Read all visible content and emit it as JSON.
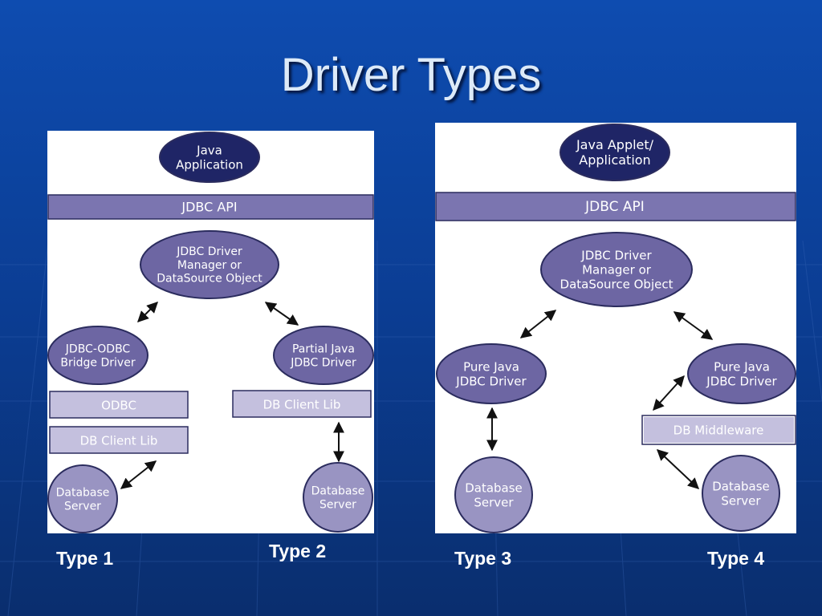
{
  "slide": {
    "title": "Driver Types"
  },
  "colors": {
    "background": "#0d3a8c",
    "dark_node": "#1f2566",
    "mid_node": "#6d66a3",
    "light_node": "#9994c2",
    "bar": "#7b75b0",
    "light_box": "#c4c0de",
    "node_stroke": "#2b2c5e"
  },
  "diagram_left": {
    "app": "Java|Application",
    "api": "JDBC API",
    "manager": "JDBC Driver|Manager or|DataSource Object",
    "bridge": "JDBC-ODBC|Bridge Driver",
    "partial": "Partial Java|JDBC Driver",
    "odbc": "ODBC",
    "client_lib_1": "DB Client Lib",
    "client_lib_2": "DB Client Lib",
    "server_1": "Database|Server",
    "server_2": "Database|Server"
  },
  "diagram_right": {
    "app": "Java Applet/|Application",
    "api": "JDBC API",
    "manager": "JDBC Driver|Manager or|DataSource Object",
    "pure_1": "Pure Java|JDBC Driver",
    "pure_2": "Pure Java|JDBC Driver",
    "middleware": "DB Middleware",
    "server_3": "Database|Server",
    "server_4": "Database|Server"
  },
  "labels": {
    "type1": "Type 1",
    "type2": "Type 2",
    "type3": "Type 3",
    "type4": "Type 4"
  }
}
